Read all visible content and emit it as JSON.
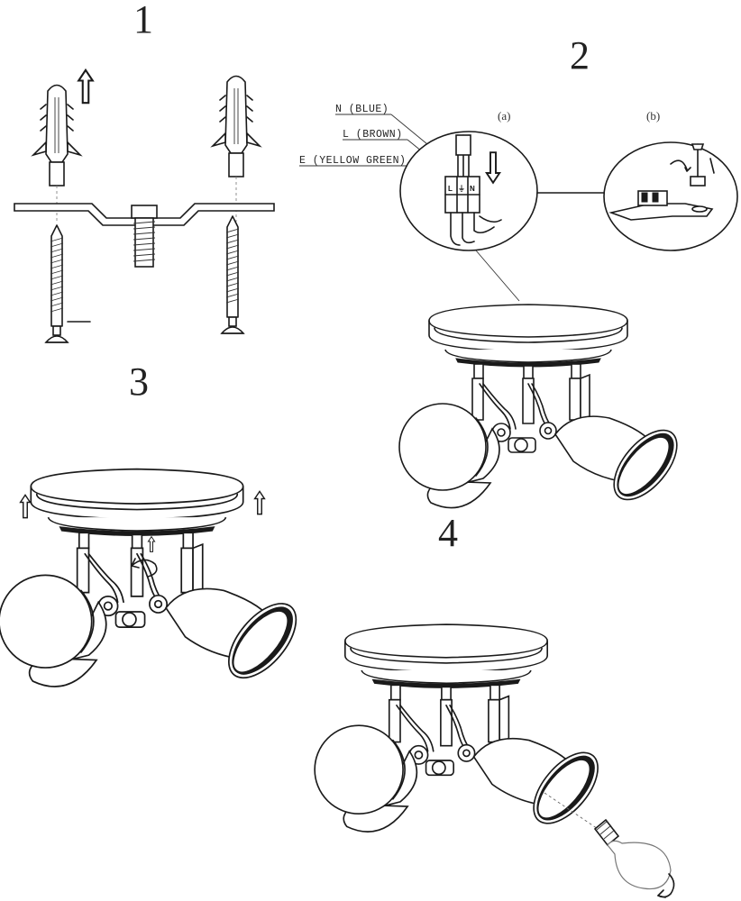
{
  "steps": {
    "s1": "1",
    "s2": "2",
    "s3": "3",
    "s4": "4"
  },
  "step2": {
    "sub_a": "(a)",
    "sub_b": "(b)",
    "wire_n": "N (BLUE)",
    "wire_l": "L (BROWN)",
    "wire_e": "E (YELLOW GREEN)",
    "term_l": "L",
    "term_e": "⏚",
    "term_n": "N"
  },
  "icons": [
    "arrow-up-icon",
    "arrow-down-icon",
    "rotate-icon",
    "bulb-icon",
    "wall-plug-icon",
    "screw-icon"
  ]
}
